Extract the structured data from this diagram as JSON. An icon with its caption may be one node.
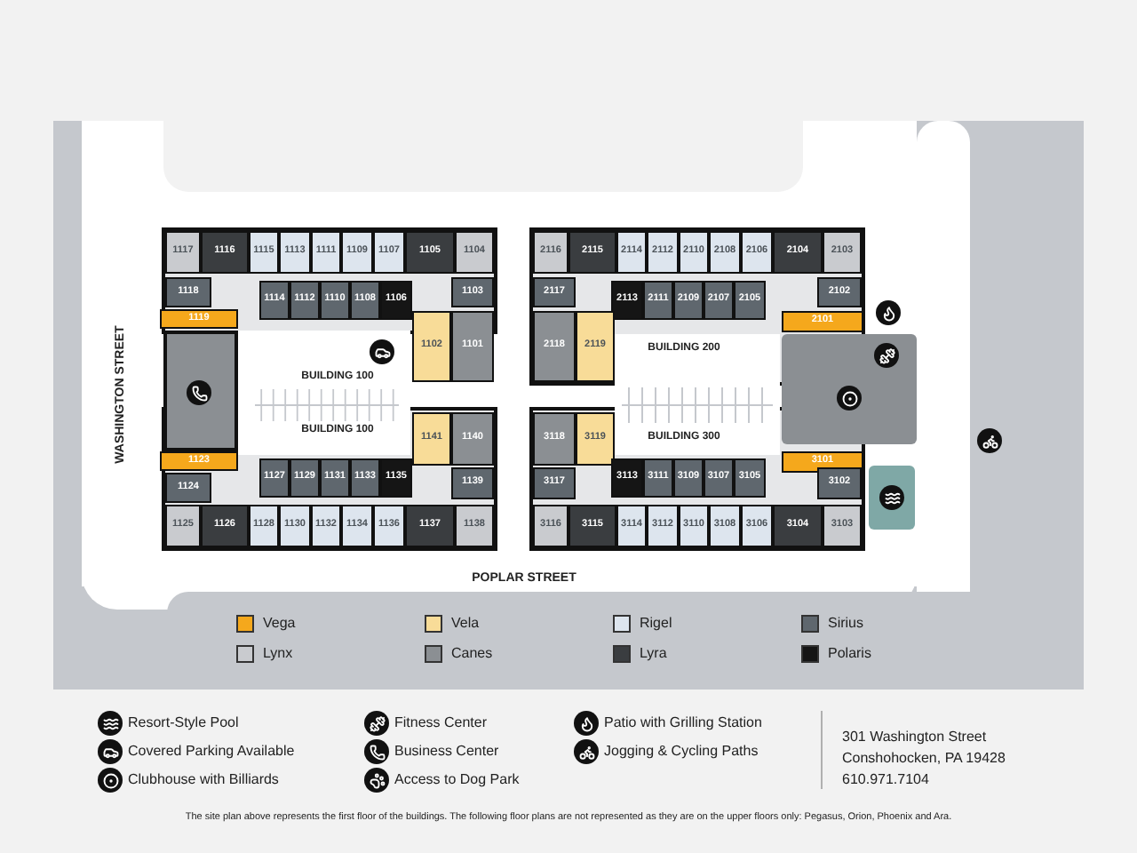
{
  "diagram": {
    "nodes": [
      {
        "text": [
          "1117"
        ]
      },
      {
        "text": [
          "1116"
        ]
      },
      {
        "text": [
          "1115"
        ]
      },
      {
        "text": [
          "1113"
        ]
      },
      {
        "text": [
          "1111"
        ]
      },
      {
        "text": [
          "1109"
        ]
      },
      {
        "text": [
          "1107"
        ]
      },
      {
        "text": [
          "1105"
        ]
      },
      {
        "text": [
          "1104"
        ]
      },
      {
        "text": [
          "1118"
        ]
      },
      {
        "text": [
          "1114"
        ]
      },
      {
        "text": [
          "1112"
        ]
      },
      {
        "text": [
          "1110"
        ]
      },
      {
        "text": [
          "1108"
        ]
      },
      {
        "text": [
          "1106"
        ]
      },
      {
        "text": [
          "1103"
        ]
      },
      {
        "text": [
          "1119"
        ]
      },
      {
        "text": [
          "1102"
        ]
      },
      {
        "text": [
          "1101"
        ]
      },
      {
        "text": [
          "1141"
        ]
      },
      {
        "text": [
          "1140"
        ]
      },
      {
        "text": [
          "1123"
        ]
      },
      {
        "text": [
          "1124"
        ]
      },
      {
        "text": [
          "1127"
        ]
      },
      {
        "text": [
          "1129"
        ]
      },
      {
        "text": [
          "1131"
        ]
      },
      {
        "text": [
          "1133"
        ]
      },
      {
        "text": [
          "1135"
        ]
      },
      {
        "text": [
          "1139"
        ]
      },
      {
        "text": [
          "1125"
        ]
      },
      {
        "text": [
          "1126"
        ]
      },
      {
        "text": [
          "1128"
        ]
      },
      {
        "text": [
          "1130"
        ]
      },
      {
        "text": [
          "1132"
        ]
      },
      {
        "text": [
          "1134"
        ]
      },
      {
        "text": [
          "1136"
        ]
      },
      {
        "text": [
          "1137"
        ]
      },
      {
        "text": [
          "1138"
        ]
      },
      {
        "text": [
          "2116"
        ]
      },
      {
        "text": [
          "2115"
        ]
      },
      {
        "text": [
          "2114"
        ]
      },
      {
        "text": [
          "2112"
        ]
      },
      {
        "text": [
          "2110"
        ]
      },
      {
        "text": [
          "2108"
        ]
      },
      {
        "text": [
          "2106"
        ]
      },
      {
        "text": [
          "2104"
        ]
      },
      {
        "text": [
          "2103"
        ]
      },
      {
        "text": [
          "2117"
        ]
      },
      {
        "text": [
          "2113"
        ]
      },
      {
        "text": [
          "2111"
        ]
      },
      {
        "text": [
          "2109"
        ]
      },
      {
        "text": [
          "2107"
        ]
      },
      {
        "text": [
          "2105"
        ]
      },
      {
        "text": [
          "2102"
        ]
      },
      {
        "text": [
          "2118"
        ]
      },
      {
        "text": [
          "2119"
        ]
      },
      {
        "text": [
          "2101"
        ]
      },
      {
        "text": [
          "3118"
        ]
      },
      {
        "text": [
          "3119"
        ]
      },
      {
        "text": [
          "3101"
        ]
      },
      {
        "text": [
          "3117"
        ]
      },
      {
        "text": [
          "3113"
        ]
      },
      {
        "text": [
          "3111"
        ]
      },
      {
        "text": [
          "3109"
        ]
      },
      {
        "text": [
          "3107"
        ]
      },
      {
        "text": [
          "3105"
        ]
      },
      {
        "text": [
          "3102"
        ]
      },
      {
        "text": [
          "3116"
        ]
      },
      {
        "text": [
          "3115"
        ]
      },
      {
        "text": [
          "3114"
        ]
      },
      {
        "text": [
          "3112"
        ]
      },
      {
        "text": [
          "3110"
        ]
      },
      {
        "text": [
          "3108"
        ]
      },
      {
        "text": [
          "3106"
        ]
      },
      {
        "text": [
          "3104"
        ]
      },
      {
        "text": [
          "3103"
        ]
      }
    ],
    "labels": [
      "BUILDING 100",
      "BUILDING 200",
      "BUILDING 100",
      "BUILDING 300",
      "WASHINGTON STREET",
      "POPLAR STREET",
      "Resort-Style Pool",
      "Fitness Center",
      "Patio with Grilling Station",
      "Covered Parking Available",
      "Business Center",
      "Jogging & Cycling Paths",
      "Clubhouse with Billiards",
      "Access to Dog Park",
      "301 Washington Street",
      "Conshohocken, PA 19428",
      "610.971.7104",
      "The site plan above represents the first floor of the buildings. The following floor plans are not represented as they are on the upper floors only: Pegasus, Orion, Phoenix and Ara."
    ],
    "legend": [
      {
        "text": "Vega",
        "color": "#f5a81c"
      },
      {
        "text": "Vela",
        "color": "#f8dc98"
      },
      {
        "text": "Rigel",
        "color": "#dde5ee"
      },
      {
        "text": "Sirius",
        "color": "#5f676e"
      },
      {
        "text": "Lynx",
        "color": "#c9cbcf"
      },
      {
        "text": "Canes",
        "color": "#8b8f93"
      },
      {
        "text": "Lyra",
        "color": "#3a3d40"
      },
      {
        "text": "Polaris",
        "color": "#151515"
      }
    ]
  }
}
